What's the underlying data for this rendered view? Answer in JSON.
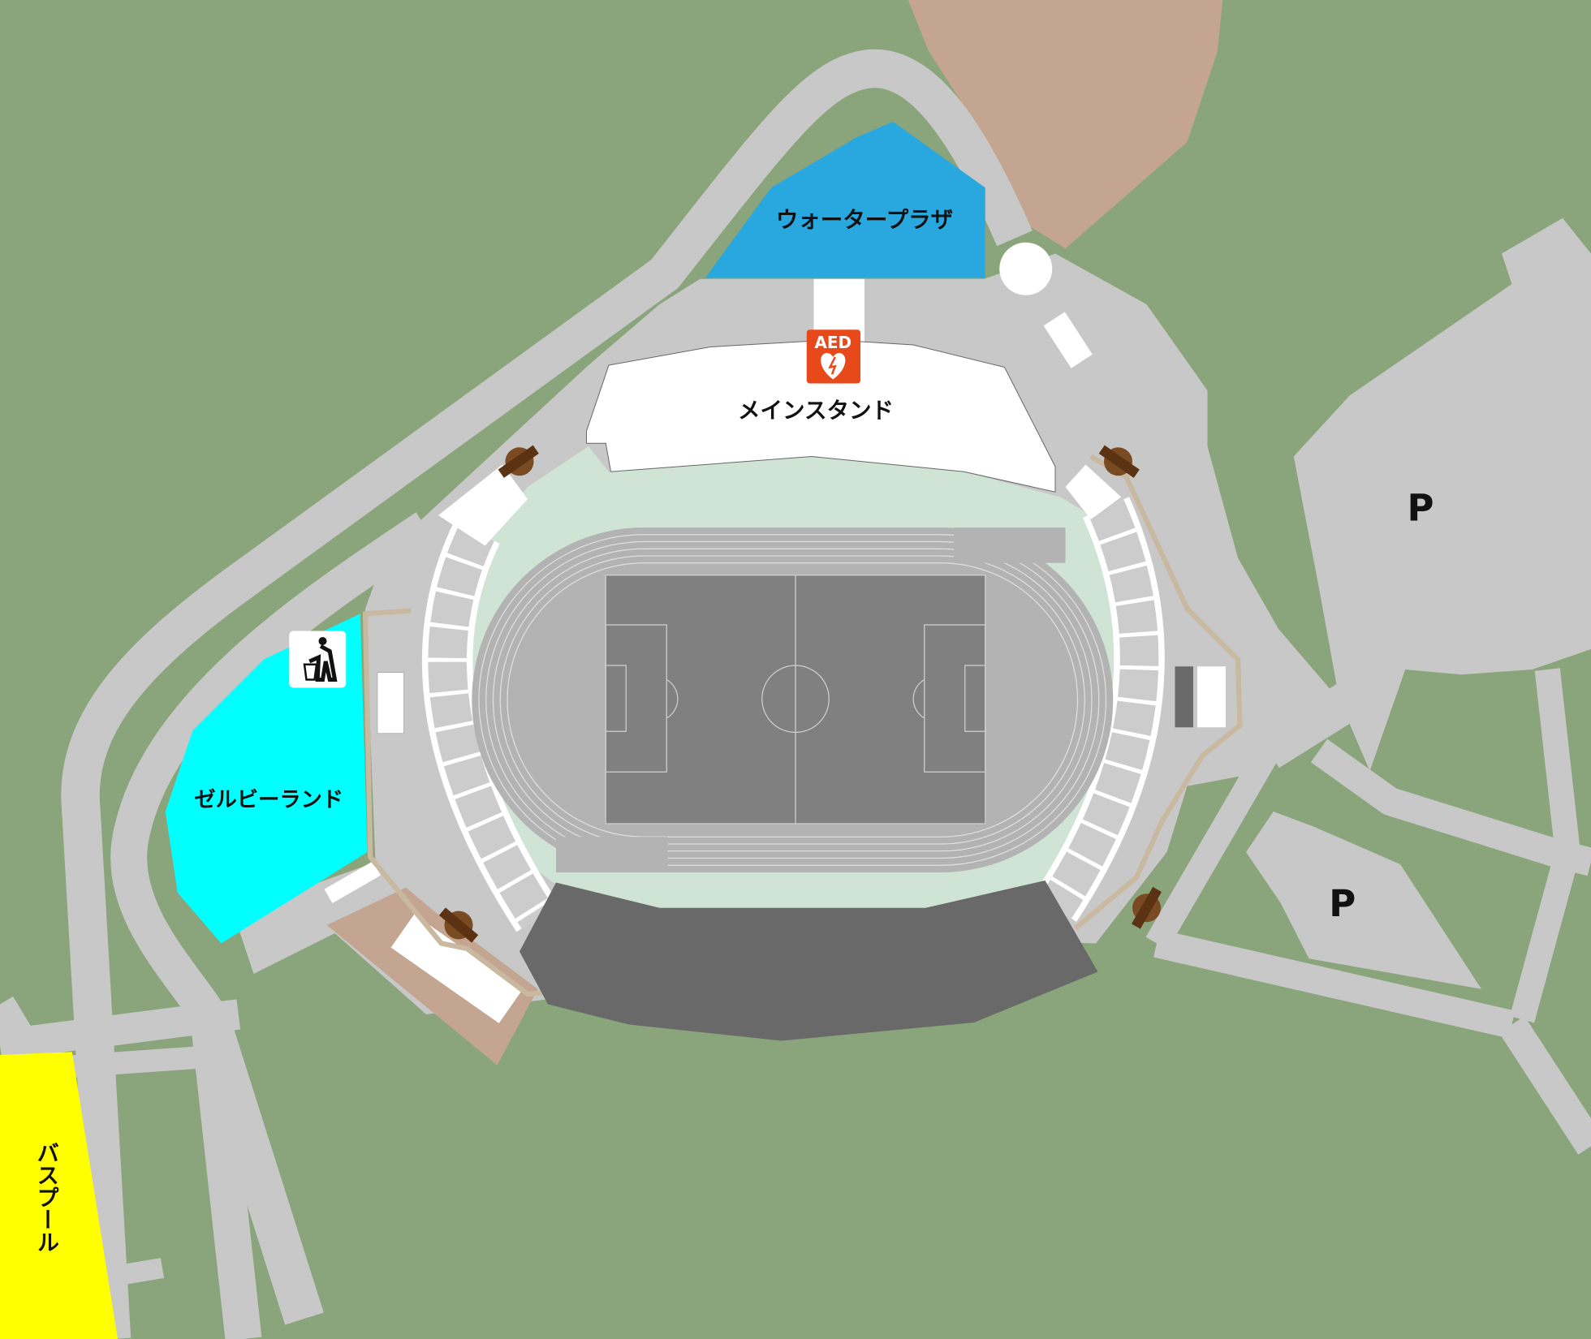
{
  "labels": {
    "water_plaza": "ウォータープラザ",
    "main_stand": "メインスタンド",
    "zelvy_land": "ゼルビーランド",
    "bus_pool": "バスプール",
    "parking_1": "P",
    "parking_2": "P",
    "aed": "AED"
  },
  "icons": [
    "aed-icon",
    "trash-bin-icon",
    "gate-icon"
  ],
  "colors": {
    "grass": "#8aa57b",
    "road": "#c8c8c8",
    "water_plaza": "#29a8e0",
    "zelvy_land": "#00ffff",
    "bus_pool": "#ffff00",
    "aed": "#e8491b",
    "dirt": "#c4a591",
    "back_stand": "#696969",
    "pitch": "#808080",
    "track": "#b3b3b3",
    "field_surround": "#cfe4d4"
  }
}
